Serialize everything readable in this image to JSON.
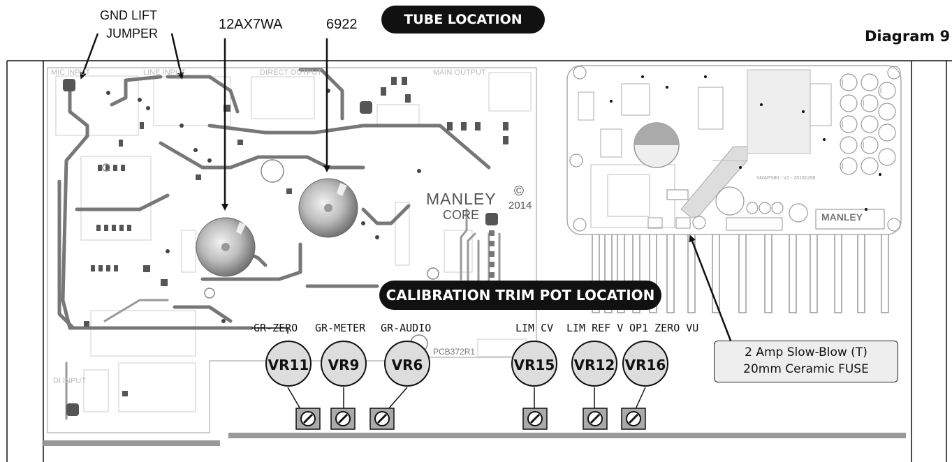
{
  "title": "Diagram 9",
  "tube_location_label": "TUBE LOCATION",
  "calibration_label": "CALIBRATION TRIM POT LOCATION",
  "gnd_lift": [
    "GND LIFT",
    "JUMPER"
  ],
  "tubes": [
    "12AX7WA",
    "6922"
  ],
  "board_brand": [
    "MANLEY",
    "CORE"
  ],
  "board_copyright": [
    "©",
    "2014"
  ],
  "pcb_id": "PCB372R1",
  "pots": [
    {
      "function": "GR-ZERO",
      "id": "VR11"
    },
    {
      "function": "GR-METER",
      "id": "VR9"
    },
    {
      "function": "GR-AUDIO",
      "id": "VR6"
    },
    {
      "function": "LIM CV",
      "id": "VR15"
    },
    {
      "function": "LIM REF V",
      "id": "VR12"
    },
    {
      "function": "OP1 ZERO VU",
      "id": "VR16"
    }
  ],
  "fuse_note": [
    "2 Amp Slow-Blow (T)",
    "20mm Ceramic FUSE"
  ],
  "silkscreen": {
    "mic_input": "MIC INPUT",
    "line_input": "LINE INPUT",
    "direct_output": "DIRECT OUTPUT",
    "main_output": "MAIN OUTPUT",
    "di_input": "DI INPUT",
    "psu_name": "SMAPS80 - V1 - 20131208",
    "psu_brand": "MANLEY"
  }
}
